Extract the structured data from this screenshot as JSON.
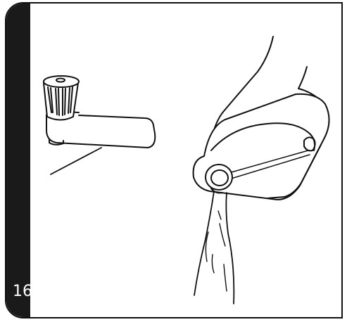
{
  "page": {
    "number": "16"
  },
  "figures": {
    "left": "faucet-with-knob",
    "right": "hand-pouring-water-from-tank"
  },
  "colors": {
    "ink": "#111111",
    "band": "#1a1a1a",
    "page_number_text": "#ffffff",
    "background": "#ffffff"
  }
}
